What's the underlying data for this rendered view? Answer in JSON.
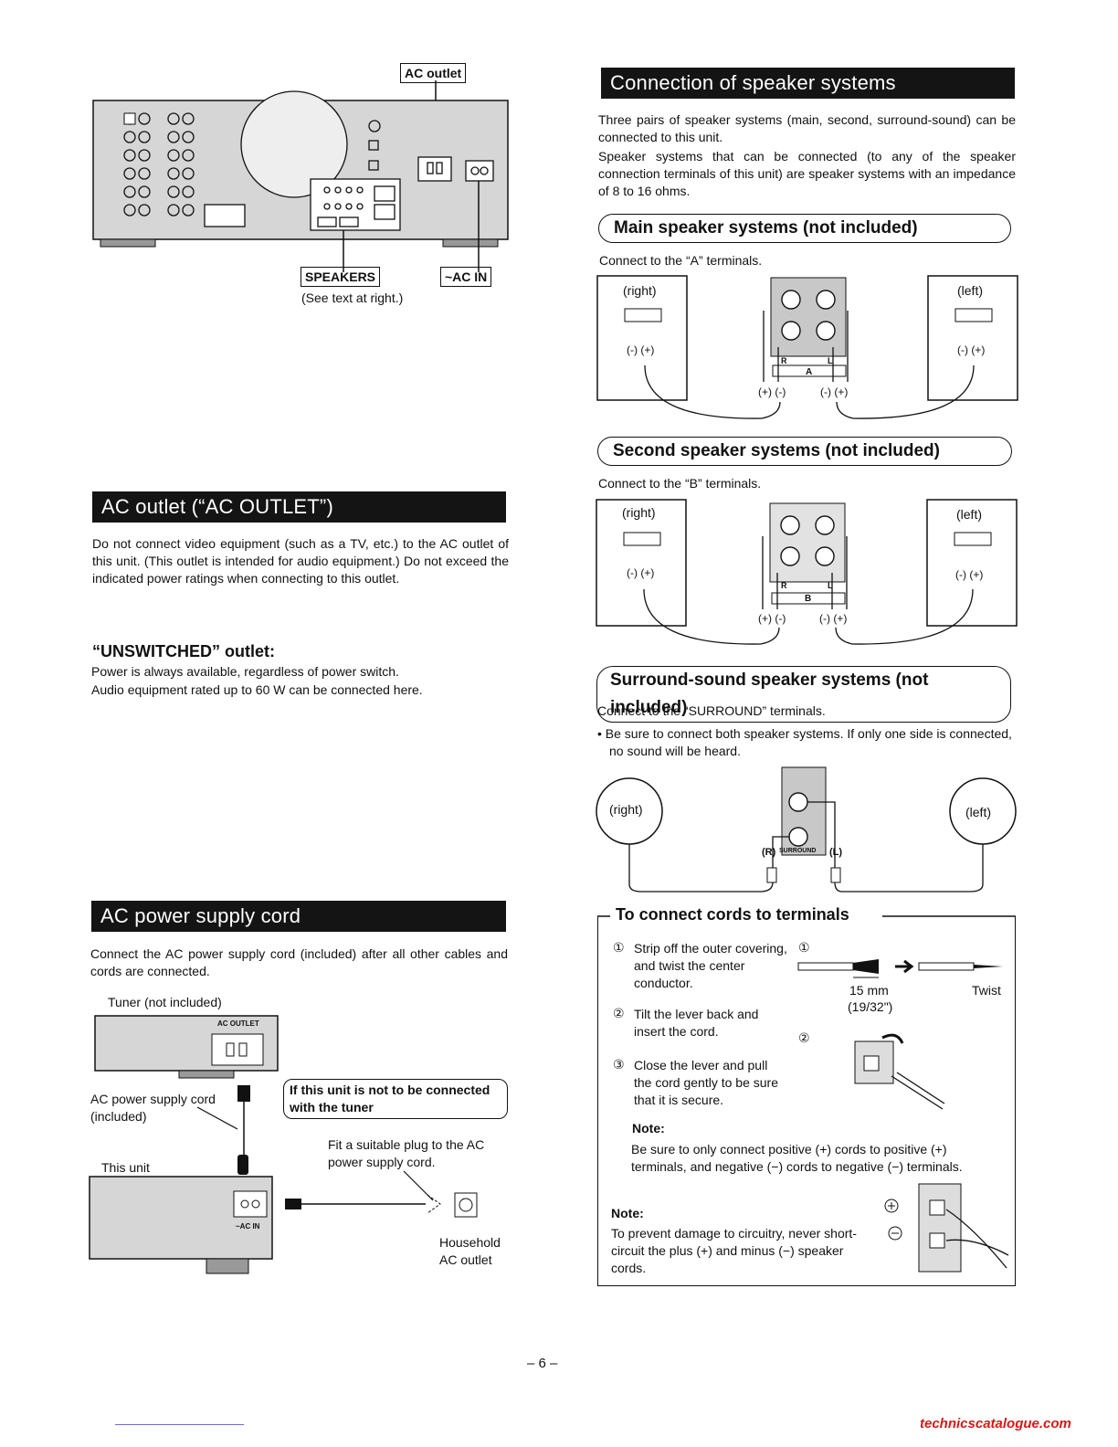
{
  "rear_panel": {
    "ac_outlet_label": "AC outlet",
    "speakers_label": "SPEAKERS",
    "ac_in_label": "~AC IN",
    "see_text": "(See text at right.)"
  },
  "ac_outlet_section": {
    "heading": "AC outlet (“AC OUTLET”)",
    "body": "Do not connect video equipment (such as a TV, etc.) to the AC outlet of this unit. (This outlet is intended for audio equipment.) Do not exceed the indicated power ratings when connecting to this outlet.",
    "unswitched_heading": "“UNSWITCHED” outlet:",
    "unswitched_line1": "Power is always available, regardless of power switch.",
    "unswitched_line2": "Audio equipment rated up to 60 W can be connected here."
  },
  "power_cord_section": {
    "heading": "AC power supply cord",
    "body": "Connect the AC power supply cord (included) after all other cables and cords are connected.",
    "tuner_label": "Tuner (not included)",
    "tuner_outlet_label": "AC OUTLET",
    "cord_label_1": "AC power supply cord",
    "cord_label_2": "(included)",
    "not_connected_note": "If this unit is not to be connected with the tuner",
    "this_unit_label": "This unit",
    "ac_in_small": "~AC IN",
    "fit_plug_note": "Fit a suitable plug to the AC power supply cord.",
    "household_1": "Household",
    "household_2": "AC outlet"
  },
  "speaker_section": {
    "heading": "Connection of speaker systems",
    "intro_1": "Three pairs of speaker systems (main, second, surround-sound) can be connected to this unit.",
    "intro_2": "Speaker systems that can be connected (to any of the speaker connection terminals of this unit) are speaker systems with an impedance of 8 to 16 ohms.",
    "main_heading": "Main speaker systems (not included)",
    "main_connect": "Connect to the “A” terminals.",
    "main_terminal": "A",
    "second_heading": "Second speaker systems (not included)",
    "second_connect": "Connect to the “B” terminals.",
    "second_terminal": "B",
    "right_label": "(right)",
    "left_label": "(left)",
    "minus_plus": "(-) (+)",
    "plus_minus_pair": "(+) (-)",
    "minus_plus_pair": "(-) (+)",
    "r_label": "R",
    "l_label": "L",
    "surround_heading": "Surround-sound speaker systems (not included)",
    "surround_connect": "Connect to the “SURROUND” terminals.",
    "surround_bullet": "• Be sure to connect both speaker systems. If only one side is connected, no sound will be heard.",
    "surround_right": "(right)",
    "surround_left": "(left)",
    "surround_r": "(R)",
    "surround_l": "(L)",
    "surround_word": "SURROUND"
  },
  "cords_box": {
    "heading": "To connect cords to terminals",
    "step1_num": "①",
    "step1_text": "Strip off the outer covering, and twist the center conductor.",
    "step2_num": "②",
    "step2_text": "Tilt the lever back and insert the cord.",
    "step3_num": "③",
    "step3_text": "Close the lever and pull the cord gently to be sure that it is secure.",
    "fig1_num": "①",
    "fig2_num": "②",
    "mm_label": "15 mm",
    "inch_label": "(19/32\")",
    "twist_label": "Twist",
    "note1_heading": "Note:",
    "note1_text": "Be sure to only connect positive (+) cords to positive (+) terminals, and negative (−) cords to negative (−) terminals.",
    "note2_heading": "Note:",
    "note2_text": "To prevent damage to circuitry, never short-circuit the plus (+) and minus (−) speaker cords."
  },
  "footer": {
    "page_number": "– 6 –",
    "watermark": "technicscatalogue.com"
  }
}
